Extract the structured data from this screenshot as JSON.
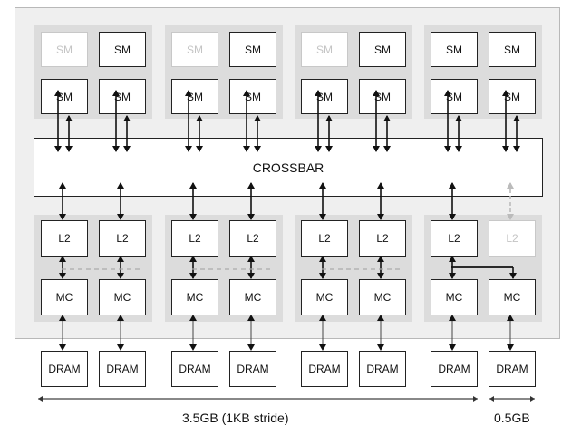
{
  "crossbar": {
    "label": "CROSSBAR"
  },
  "units": {
    "sm": "SM",
    "l2": "L2",
    "mc": "MC",
    "dram": "DRAM"
  },
  "partitions": [
    {
      "sm_active": [
        false,
        true,
        true,
        true
      ],
      "l2_active": [
        true,
        true
      ]
    },
    {
      "sm_active": [
        false,
        true,
        true,
        true
      ],
      "l2_active": [
        true,
        true
      ]
    },
    {
      "sm_active": [
        false,
        true,
        true,
        true
      ],
      "l2_active": [
        true,
        true
      ]
    },
    {
      "sm_active": [
        true,
        true,
        true,
        true
      ],
      "l2_active": [
        true,
        false
      ]
    }
  ],
  "memory": {
    "main_label": "3.5GB (1KB stride)",
    "extra_label": "0.5GB"
  }
}
